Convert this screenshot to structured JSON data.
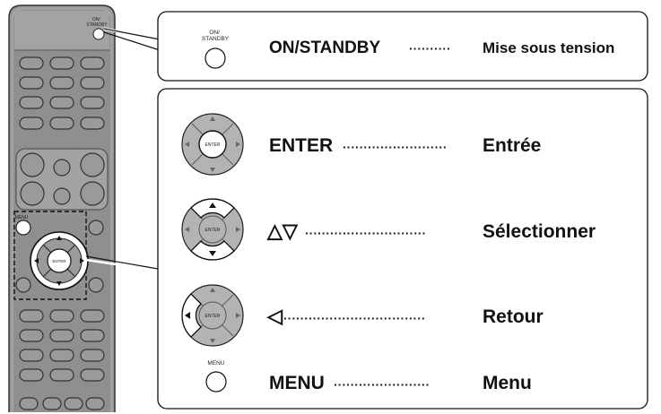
{
  "remote": {
    "on_standby_label": "ON/\nSTANDBY",
    "menu_label": "MENU",
    "enter_label": "ENTER"
  },
  "power_box": {
    "button_label": "ON/\nSTANDBY",
    "key": "ON/STANDBY",
    "dots": "··········",
    "meaning": "Mise sous tension"
  },
  "nav_box": {
    "rows": [
      {
        "key": "ENTER",
        "dots": "·························",
        "meaning": "Entrée"
      },
      {
        "key": "△▽",
        "dots": "·····························",
        "meaning": "Sélectionner"
      },
      {
        "key": "◁",
        "dots": "··································",
        "meaning": "Retour"
      },
      {
        "key": "MENU",
        "dots": "·······················",
        "meaning": "Menu"
      }
    ],
    "menu_button_label": "MENU",
    "dial_center_label": "ENTER"
  },
  "colors": {
    "remote_body": "#9a9a9a",
    "remote_dark": "#6e6e6e",
    "dial_gray": "#b3b3b3",
    "highlight": "#ffffff",
    "outline": "#222222"
  }
}
